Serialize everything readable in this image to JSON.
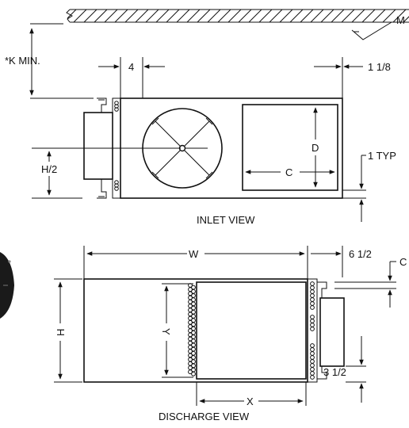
{
  "ceiling_marker": "M",
  "labels": {
    "k_min": "*K  MIN.",
    "four": "4",
    "one_eighth": "1 1/8",
    "d": "D",
    "c": "C",
    "one_typ": "1 TYP",
    "h_half": "H/2",
    "inlet_view": "INLET VIEW",
    "w": "W",
    "six_half": "6 1/2",
    "c_right": "C",
    "h": "H",
    "y": "Y",
    "three_half": "3 1/2",
    "x": "X",
    "discharge_view": "DISCHARGE VIEW"
  },
  "palette": {
    "line": "#111111",
    "background": "#ffffff",
    "dark_panel": "#1a1a1a"
  }
}
